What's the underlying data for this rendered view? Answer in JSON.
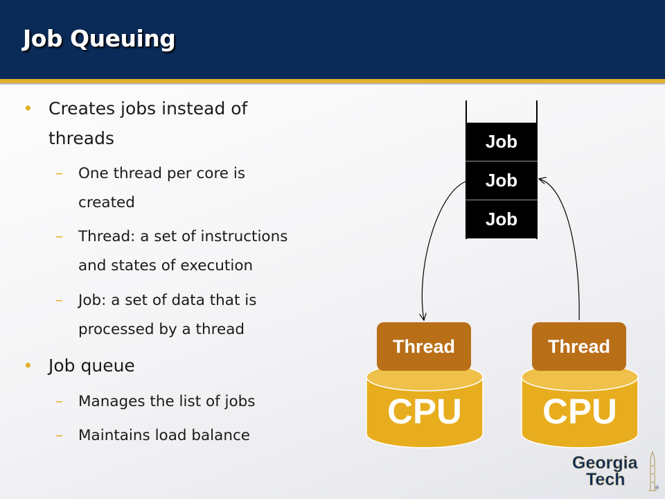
{
  "slide": {
    "title": "Job Queuing",
    "bullets": [
      {
        "lines": [
          "Creates jobs instead of",
          "threads"
        ],
        "sub": [
          {
            "lines": [
              "One thread per core is",
              "created"
            ]
          },
          {
            "lines": [
              "Thread: a set of instructions",
              "and states of execution"
            ]
          },
          {
            "lines": [
              "Job: a set of data that is",
              "processed by a thread"
            ]
          }
        ]
      },
      {
        "lines": [
          "Job queue"
        ],
        "sub": [
          {
            "lines": [
              "Manages the list of jobs"
            ]
          },
          {
            "lines": [
              "Maintains load balance"
            ]
          }
        ]
      }
    ],
    "bullet_marker": "•",
    "sub_marker": "–"
  },
  "diagram": {
    "queue": [
      "Job",
      "Job",
      "Job"
    ],
    "threads": [
      "Thread",
      "Thread"
    ],
    "cpus": [
      "CPU",
      "CPU"
    ]
  },
  "logo": {
    "line1": "Georgia",
    "line2": "Tech",
    "mark": "®"
  },
  "colors": {
    "header_bg": "#0a2a57",
    "accent_gold": "#e2b12c",
    "cpu_gold": "#e8ad1e",
    "thread_brown": "#b96e18",
    "job_black": "#000000"
  }
}
